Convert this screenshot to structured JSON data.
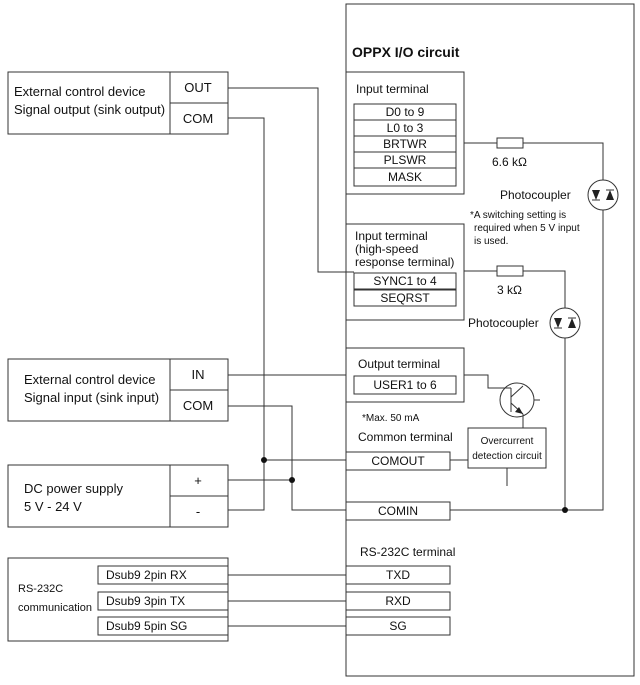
{
  "oppx": {
    "title": "OPPX I/O circuit",
    "input_terminal": {
      "label": "Input terminal",
      "signals": [
        "D0 to 9",
        "L0 to 3",
        "BRTWR",
        "PLSWR",
        "MASK"
      ]
    },
    "hs_input_terminal": {
      "label_lines": [
        "Input terminal",
        "(high-speed",
        "response terminal)"
      ],
      "signals": [
        "SYNC1 to 4",
        "SEQRST"
      ]
    },
    "output_terminal": {
      "label": "Output terminal",
      "signals": [
        "USER1 to 6"
      ]
    },
    "resistor1": "6.6 kΩ",
    "resistor2": "3 kΩ",
    "photocoupler1": "Photocoupler",
    "photocoupler2": "Photocoupler",
    "switch_note_lines": [
      "*A switching setting is",
      "required when 5 V input",
      "is used."
    ],
    "max_current_note": "*Max. 50 mA",
    "common_terminal": {
      "label": "Common terminal",
      "comout": "COMOUT",
      "comin": "COMIN"
    },
    "overcurrent_lines": [
      "Overcurrent",
      "detection circuit"
    ],
    "rs232c_terminal": {
      "label": "RS-232C terminal",
      "pins": [
        "TXD",
        "RXD",
        "SG"
      ]
    }
  },
  "external_out": {
    "lines": [
      "External control device",
      "Signal output (sink output)"
    ],
    "out": "OUT",
    "com": "COM"
  },
  "external_in": {
    "lines": [
      "External control device",
      "Signal input (sink input)"
    ],
    "in": "IN",
    "com": "COM"
  },
  "power": {
    "lines": [
      "DC power supply",
      "5 V - 24 V"
    ],
    "plus": "+",
    "minus": "-"
  },
  "rs232c_comm": {
    "lines": [
      "RS-232C",
      "communication"
    ],
    "pins": [
      "Dsub9 2pin RX",
      "Dsub9 3pin TX",
      "Dsub9 5pin SG"
    ]
  }
}
